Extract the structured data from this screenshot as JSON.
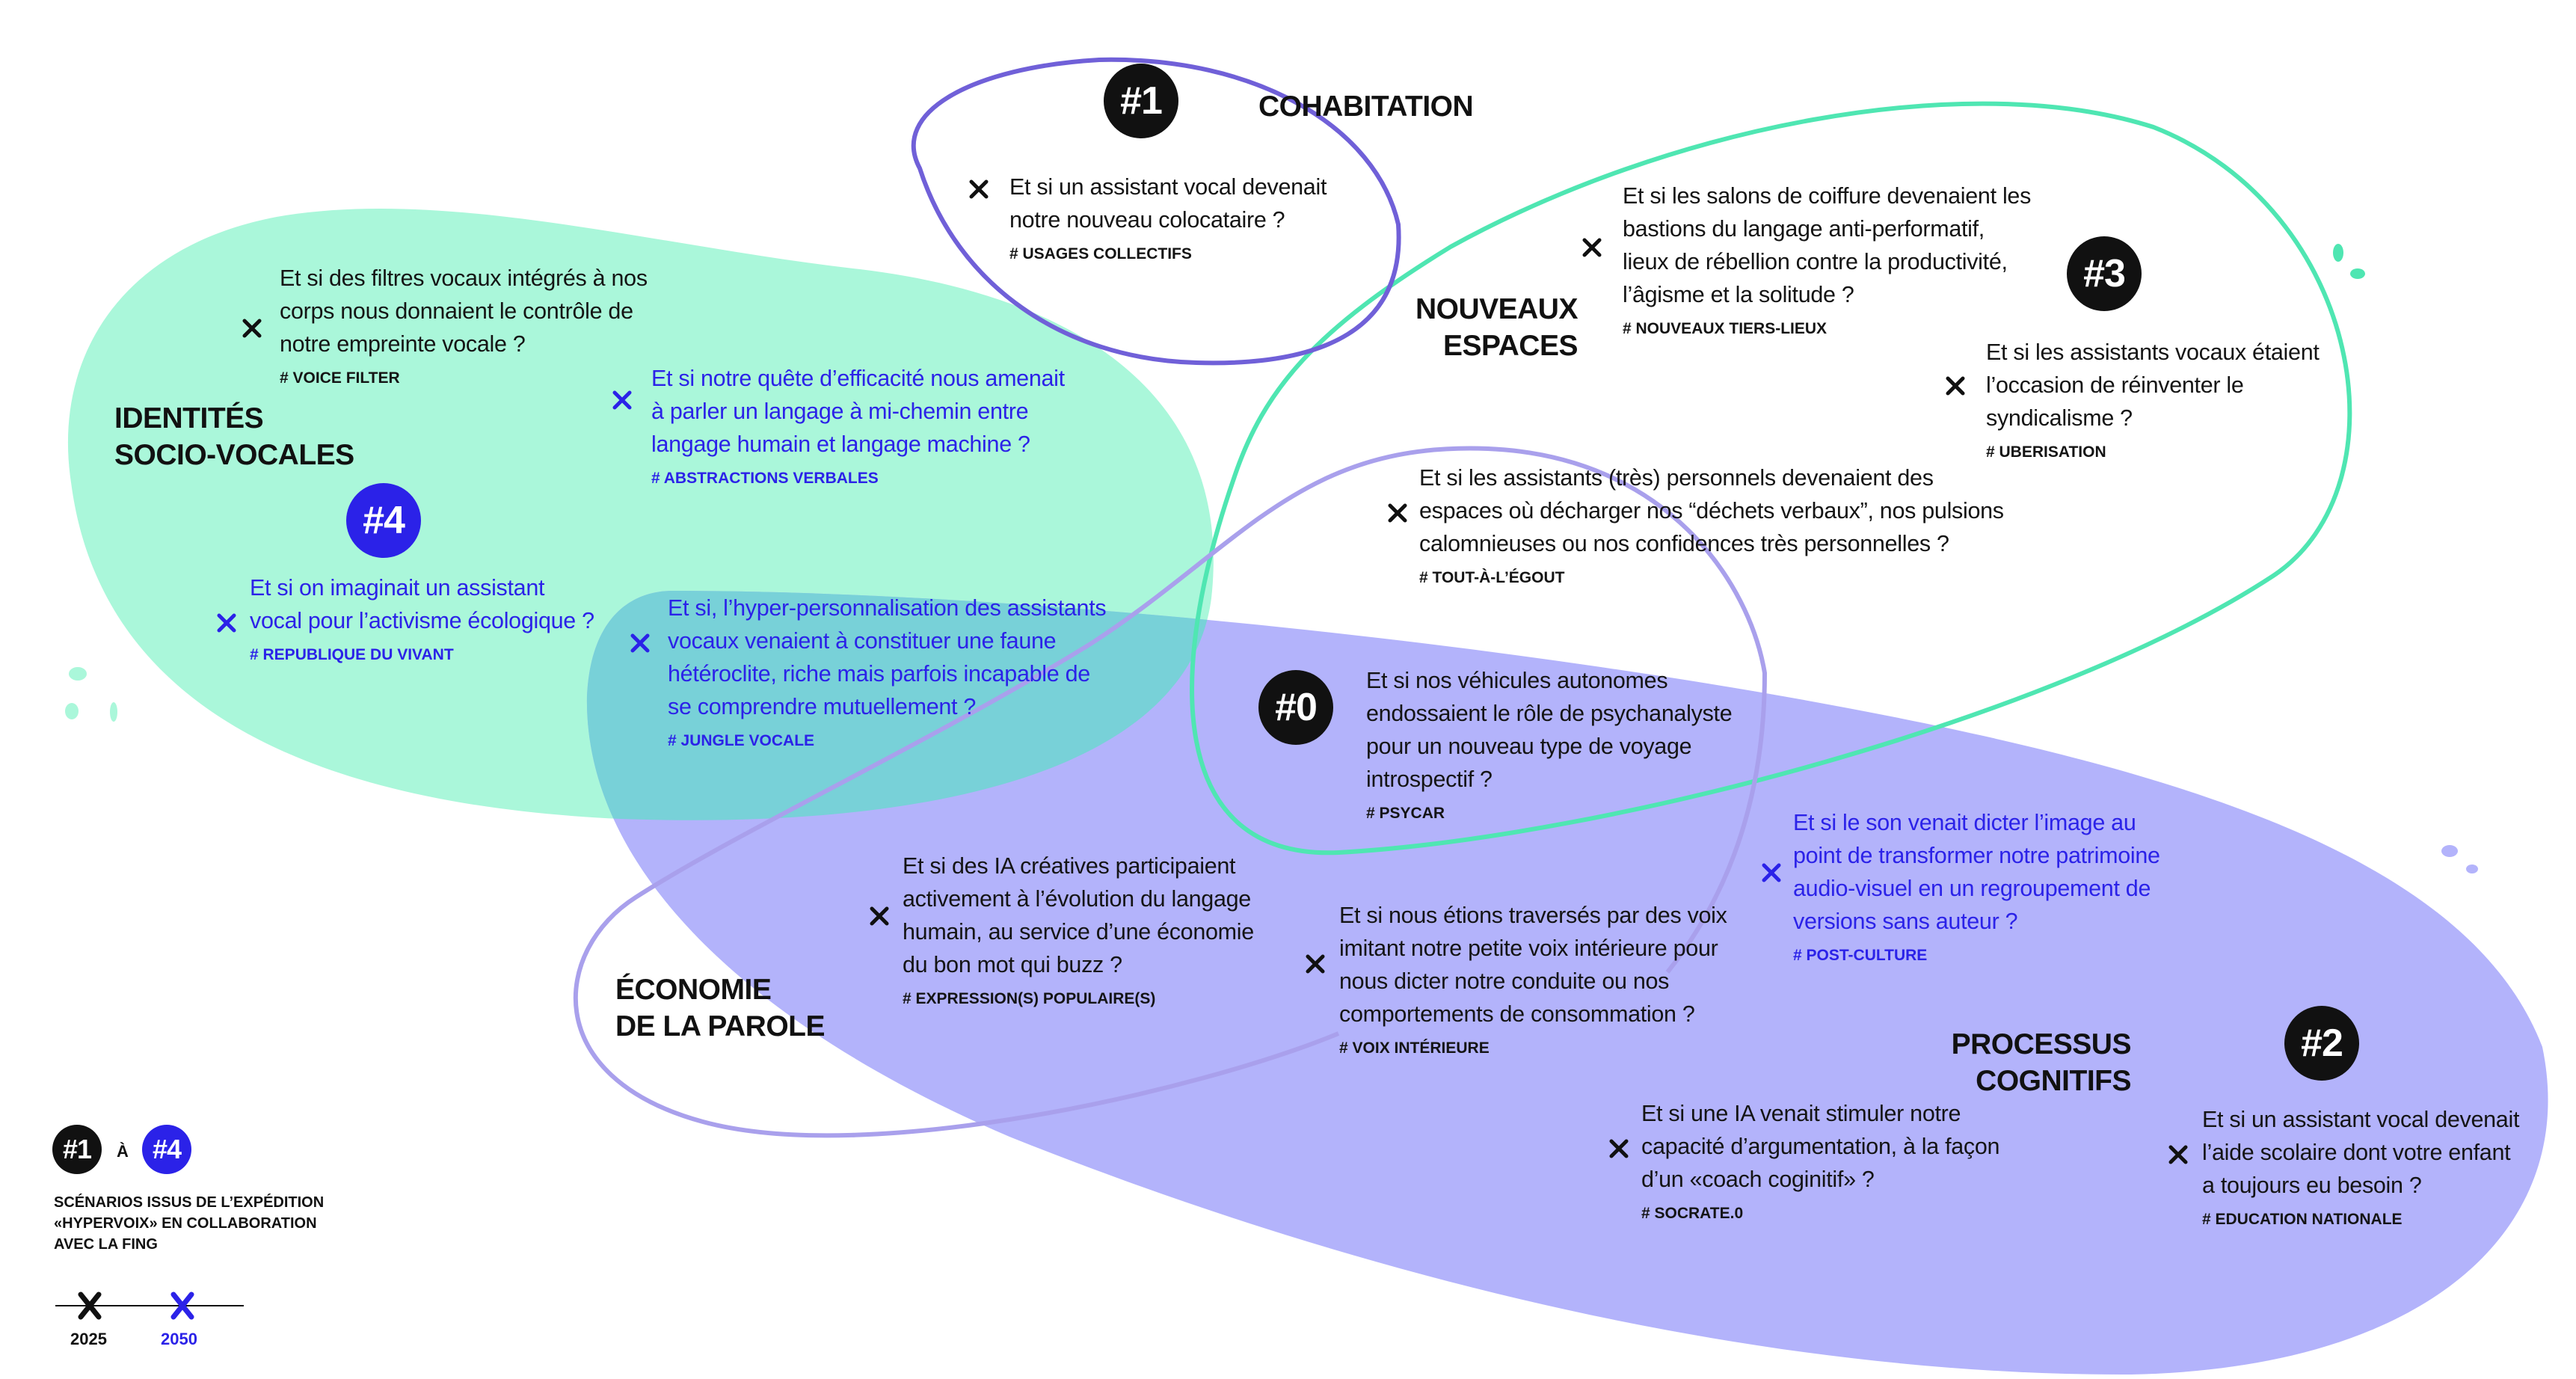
{
  "colors": {
    "mint": "#aaf7da",
    "teal": "#4fe6b2",
    "lavender": "#b3b3fb",
    "violet_outline": "#7060d8",
    "lilac_outline": "#a9a0ec",
    "overlap": "#78d1d8",
    "blue_text": "#2b22e8",
    "black": "#111111"
  },
  "areas": [
    {
      "id": "cohabitation",
      "lines": [
        "COHABITATION"
      ]
    },
    {
      "id": "nouveaux-espaces",
      "lines": [
        "NOUVEAUX",
        "ESPACES"
      ]
    },
    {
      "id": "identites",
      "lines": [
        "IDENTITÉS",
        "SOCIO-VOCALES"
      ]
    },
    {
      "id": "economie",
      "lines": [
        "ÉCONOMIE",
        "DE LA PAROLE"
      ]
    },
    {
      "id": "processus",
      "lines": [
        "PROCESSUS",
        "COGNITIFS"
      ]
    }
  ],
  "badges": {
    "b1": "#1",
    "b3": "#3",
    "b4": "#4",
    "b0": "#0",
    "b2": "#2"
  },
  "scenarios": [
    {
      "id": "usages-collectifs",
      "lines": [
        "Et si un assistant vocal devenait",
        "notre nouveau colocataire ?"
      ],
      "tag": "# USAGES COLLECTIFS",
      "era": "2025"
    },
    {
      "id": "nouveaux-tiers-lieux",
      "lines": [
        "Et si les salons de coiffure devenaient les",
        "bastions du langage anti-performatif,",
        "lieux de rébellion contre la productivité,",
        "l’âgisme et la solitude ?"
      ],
      "tag": "# NOUVEAUX TIERS-LIEUX",
      "era": "2025"
    },
    {
      "id": "uberisation",
      "lines": [
        "Et si les assistants vocaux étaient",
        "l’occasion de réinventer le",
        "syndicalisme ?"
      ],
      "tag": "# UBERISATION",
      "era": "2025"
    },
    {
      "id": "voice-filter",
      "lines": [
        "Et si des filtres vocaux intégrés à nos",
        "corps nous donnaient le contrôle de",
        "notre empreinte vocale ?"
      ],
      "tag": "# VOICE FILTER",
      "era": "2025"
    },
    {
      "id": "abstractions-verbales",
      "lines": [
        "Et si notre quête d’efficacité nous amenait",
        "à parler un langage à mi-chemin entre",
        "langage humain et langage machine ?"
      ],
      "tag": "# ABSTRACTIONS VERBALES",
      "era": "2050"
    },
    {
      "id": "tout-a-legout",
      "lines": [
        "Et si les assistants (très) personnels devenaient des",
        "espaces où décharger nos “déchets verbaux”, nos pulsions",
        "calomnieuses ou nos confidences très personnelles ?"
      ],
      "tag": "# TOUT-À-L’ÉGOUT",
      "era": "2025"
    },
    {
      "id": "republique-du-vivant",
      "lines": [
        "Et si on imaginait un assistant",
        "vocal pour l’activisme écologique ?"
      ],
      "tag": "# REPUBLIQUE DU VIVANT",
      "era": "2050"
    },
    {
      "id": "jungle-vocale",
      "lines": [
        "Et si, l’hyper-personnalisation des assistants",
        "vocaux venaient à constituer une faune",
        "hétéroclite, riche mais parfois incapable de",
        "se comprendre mutuellement ?"
      ],
      "tag": "# JUNGLE VOCALE",
      "era": "2050"
    },
    {
      "id": "psycar",
      "lines": [
        "Et si nos véhicules autonomes",
        "endossaient le rôle de psychanalyste",
        "pour un nouveau type de voyage",
        "introspectif  ?"
      ],
      "tag": "# PSYCAR",
      "era": "2025"
    },
    {
      "id": "post-culture",
      "lines": [
        "Et si le son venait dicter l’image au",
        "point de transformer notre patrimoine",
        "audio-visuel en un regroupement de",
        "versions sans auteur ?"
      ],
      "tag": "# POST-CULTURE",
      "era": "2050"
    },
    {
      "id": "expressions-populaires",
      "lines": [
        "Et si des IA créatives participaient",
        "activement à l’évolution du langage",
        "humain, au service d’une économie",
        "du bon mot qui buzz ?"
      ],
      "tag": "# EXPRESSION(S) POPULAIRE(S)",
      "era": "2025"
    },
    {
      "id": "voix-interieure",
      "lines": [
        "Et si nous étions traversés par des voix",
        "imitant notre petite voix intérieure pour",
        "nous dicter notre conduite ou nos",
        "comportements de consommation ?"
      ],
      "tag": "# VOIX INTÉRIEURE",
      "era": "2025"
    },
    {
      "id": "socrate",
      "lines": [
        "Et si une IA venait stimuler notre",
        "capacité d’argumentation, à la façon",
        "d’un «coach coginitif» ?"
      ],
      "tag": "# SOCRATE.0",
      "era": "2025"
    },
    {
      "id": "education-nationale",
      "lines": [
        "Et si un assistant vocal devenait",
        "l’aide scolaire dont votre enfant",
        "a toujours eu besoin ?"
      ],
      "tag": "# EDUCATION NATIONALE",
      "era": "2025"
    }
  ],
  "legend": {
    "from_badge": "#1",
    "connector": "À",
    "to_badge": "#4",
    "description_lines": [
      "SCÉNARIOS ISSUS DE L’EXPÉDITION",
      "«HYPERVOIX» EN COLLABORATION",
      "AVEC LA FING"
    ],
    "years": [
      "2025",
      "2050"
    ]
  }
}
